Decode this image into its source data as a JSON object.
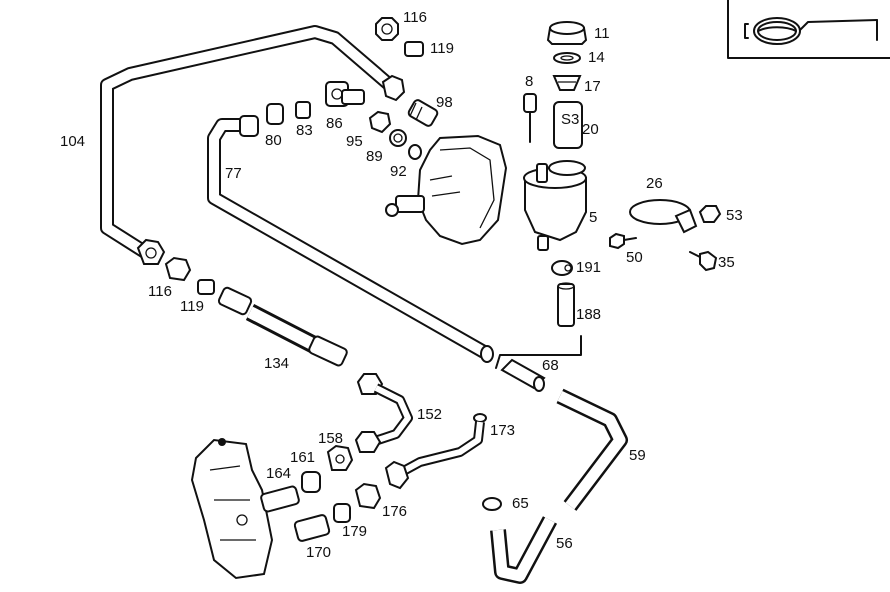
{
  "diagram": {
    "inset_icon": "steering-wheel-icon",
    "parts": [
      {
        "id": "p11",
        "label": "11"
      },
      {
        "id": "p14",
        "label": "14"
      },
      {
        "id": "p17",
        "label": "17"
      },
      {
        "id": "p8",
        "label": "8"
      },
      {
        "id": "p20",
        "label": "20"
      },
      {
        "id": "p5",
        "label": "5"
      },
      {
        "id": "p26",
        "label": "26"
      },
      {
        "id": "p53",
        "label": "53"
      },
      {
        "id": "p50",
        "label": "50"
      },
      {
        "id": "p35",
        "label": "35"
      },
      {
        "id": "p191",
        "label": "191"
      },
      {
        "id": "p188",
        "label": "188"
      },
      {
        "id": "p68",
        "label": "68"
      },
      {
        "id": "p116a",
        "label": "116"
      },
      {
        "id": "p119a",
        "label": "119"
      },
      {
        "id": "p98",
        "label": "98"
      },
      {
        "id": "p86",
        "label": "86"
      },
      {
        "id": "p95",
        "label": "95"
      },
      {
        "id": "p89",
        "label": "89"
      },
      {
        "id": "p92",
        "label": "92"
      },
      {
        "id": "p80",
        "label": "80"
      },
      {
        "id": "p83",
        "label": "83"
      },
      {
        "id": "p77",
        "label": "77"
      },
      {
        "id": "p104",
        "label": "104"
      },
      {
        "id": "p116b",
        "label": "116"
      },
      {
        "id": "p119b",
        "label": "119"
      },
      {
        "id": "p134",
        "label": "134"
      },
      {
        "id": "p152",
        "label": "152"
      },
      {
        "id": "p158",
        "label": "158"
      },
      {
        "id": "p161",
        "label": "161"
      },
      {
        "id": "p164",
        "label": "164"
      },
      {
        "id": "p173",
        "label": "173"
      },
      {
        "id": "p59",
        "label": "59"
      },
      {
        "id": "p65",
        "label": "65"
      },
      {
        "id": "p56",
        "label": "56"
      },
      {
        "id": "p176",
        "label": "176"
      },
      {
        "id": "p179",
        "label": "179"
      },
      {
        "id": "p170",
        "label": "170"
      }
    ]
  }
}
